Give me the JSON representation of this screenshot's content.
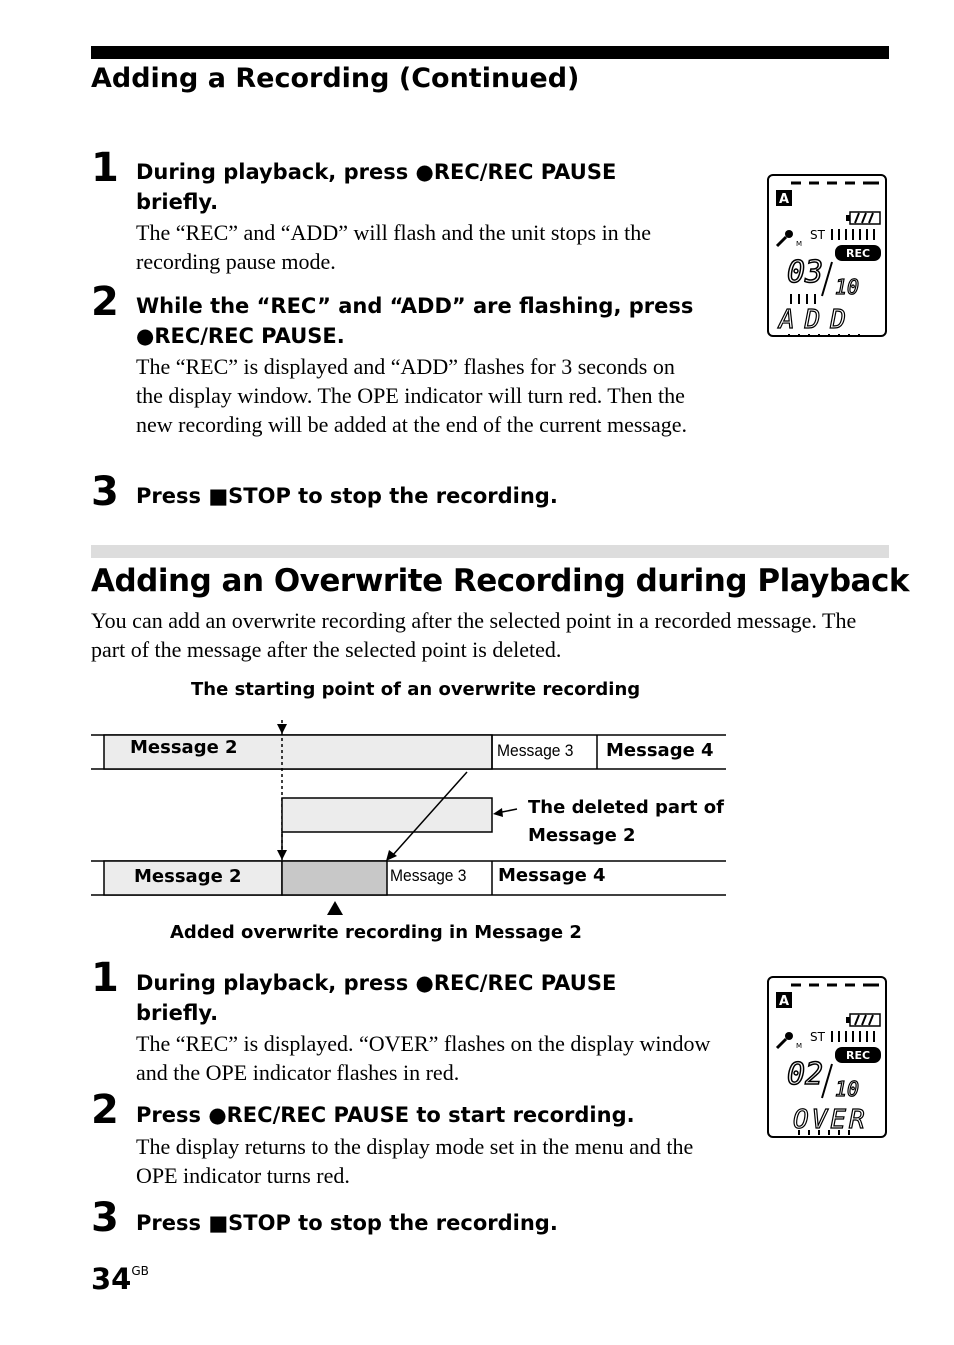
{
  "section_title": "Adding a Recording (Continued)",
  "part1": {
    "steps": [
      {
        "num": "1",
        "head_pre": "During playback, press ",
        "head_post": "REC/REC PAUSE briefly.",
        "body": "The “REC” and “ADD” will flash and the unit stops in the recording pause mode."
      },
      {
        "num": "2",
        "head_pre": "While the “REC” and “ADD” are flashing, press ",
        "head_post": "REC/REC PAUSE.",
        "body": "The “REC” is displayed and “ADD” flashes for 3 seconds on the display window. The OPE indicator will turn red. Then the new recording will be added at the end of the current message."
      },
      {
        "num": "3",
        "head_pre": "Press ",
        "head_post": "STOP to stop the recording.",
        "body": ""
      }
    ],
    "lcd": {
      "folder": "A",
      "mic": "M",
      "st": "ST",
      "rec": "REC",
      "number": "03",
      "total": "10",
      "mode": "ADD"
    }
  },
  "heading2": "Adding an Overwrite Recording during Playback",
  "intro": "You can add an overwrite recording after the selected point in a recorded message. The part of the message after the selected point is deleted.",
  "diagram": {
    "top_label": "The starting point of an overwrite recording",
    "row1": {
      "message2": "Message 2",
      "message3": "Message 3",
      "message4": "Message 4"
    },
    "deleted_label_1": "The deleted part of",
    "deleted_label_2": "Message 2",
    "row2": {
      "message2": "Message 2",
      "message3": "Message 3",
      "message4": "Message 4"
    },
    "bottom_label": "Added overwrite recording in Message 2"
  },
  "part2": {
    "steps": [
      {
        "num": "1",
        "head_pre": "During playback, press ",
        "head_post": "REC/REC PAUSE briefly.",
        "body": "The “REC” is displayed.  “OVER” flashes on the display window and the OPE indicator flashes in red."
      },
      {
        "num": "2",
        "head_pre": "Press ",
        "head_post": "REC/REC PAUSE to start recording.",
        "body": "The display returns to the display mode set in the menu and the OPE indicator turns red."
      },
      {
        "num": "3",
        "head_pre": "Press ",
        "head_post": "STOP to stop the recording.",
        "body": ""
      }
    ],
    "lcd": {
      "folder": "A",
      "mic": "M",
      "st": "ST",
      "rec": "REC",
      "number": "02",
      "total": "10",
      "mode": "OVER"
    }
  },
  "page_number": "34",
  "page_suffix": "GB"
}
